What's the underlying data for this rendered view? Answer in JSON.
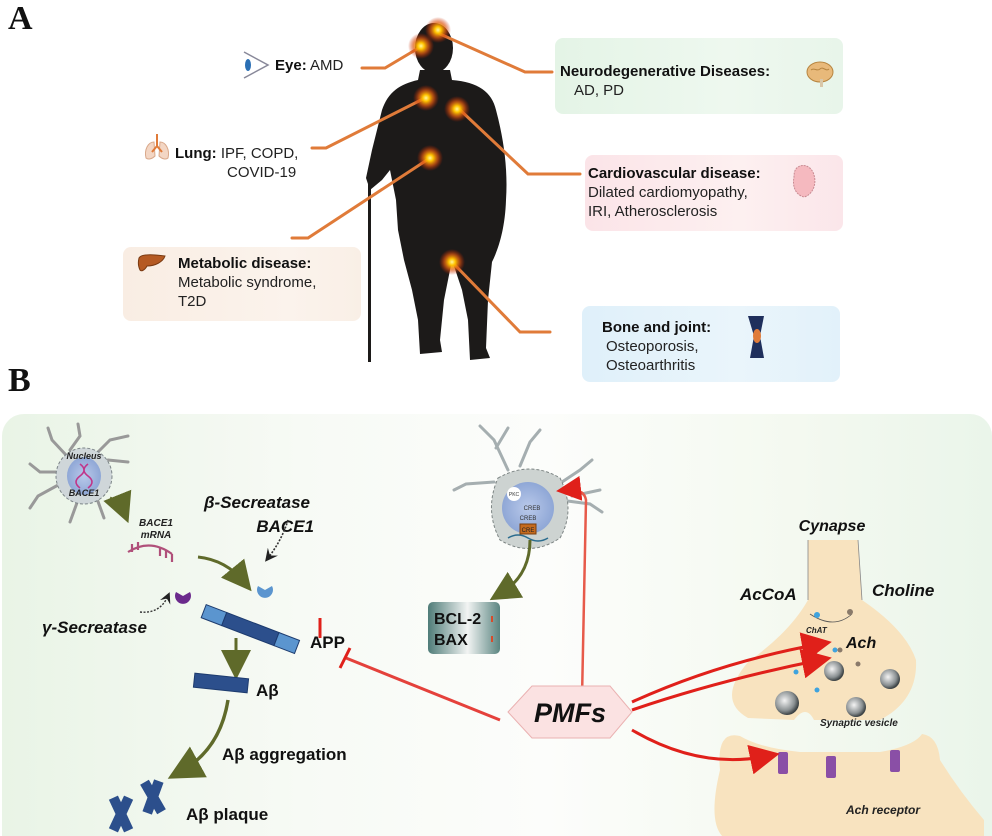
{
  "panel_a": {
    "letter": "A",
    "labels": {
      "eye": {
        "title": "Eye:",
        "text": "AMD"
      },
      "lung": {
        "title": "Lung:",
        "line1": "IPF, COPD,",
        "line2": "COVID-19"
      },
      "metabolic": {
        "title": "Metabolic disease:",
        "line1": "Metabolic syndrome,",
        "line2": "T2D"
      },
      "neuro": {
        "title": "Neurodegenerative Diseases:",
        "line1": "AD, PD"
      },
      "cardio": {
        "title": "Cardiovascular disease:",
        "line1": "Dilated cardiomyopathy,",
        "line2": "IRI, Atherosclerosis"
      },
      "bone": {
        "title": "Bone and joint:",
        "line1": "Osteoporosis,",
        "line2": "Osteoarthritis"
      }
    },
    "colors": {
      "connector": "#e07b39",
      "glow": "#ffb000",
      "silhouette": "#1c1a19",
      "neuro_bg": "#e8f5ea",
      "cardio_bg": "#fbe6ea",
      "metabolic_bg": "#fbefe6",
      "bone_bg": "#e2f1fa"
    }
  },
  "panel_b": {
    "letter": "B",
    "neuron_left": {
      "nucleus": "Nucleus",
      "gene": "BACE1",
      "mrna_line1": "BACE1",
      "mrna_line2": "mRNA"
    },
    "beta_secretase": {
      "line1": "β-Secreatase",
      "line2": "BACE1"
    },
    "gamma_secretase": "γ-Secreatase",
    "app": "APP",
    "abeta": "Aβ",
    "aggregation": "Aβ aggregation",
    "plaque": "Aβ plaque",
    "neuron_right": {
      "pkc": "PKC",
      "creb1": "CREB",
      "creb2": "CREB",
      "cre": "CRE"
    },
    "bcl_box": {
      "line1": "BCL-2",
      "line2": "BAX"
    },
    "pmfs": "PMFs",
    "synapse": {
      "title": "Cynapse",
      "accoa": "AcCoA",
      "choline": "Choline",
      "chat": "ChAT",
      "ach": "Ach",
      "vesicle": "Synaptic vesicle",
      "receptor": "Ach receptor"
    },
    "colors": {
      "background": "#eef6ea",
      "inhibit": "#e0201a",
      "pathway": "#5f6a2a",
      "app_dark": "#2c4f8c",
      "app_light": "#5b95cf",
      "synapse_fill": "#f8e3bf",
      "pmfs_fill": "#fbe2e2"
    }
  }
}
